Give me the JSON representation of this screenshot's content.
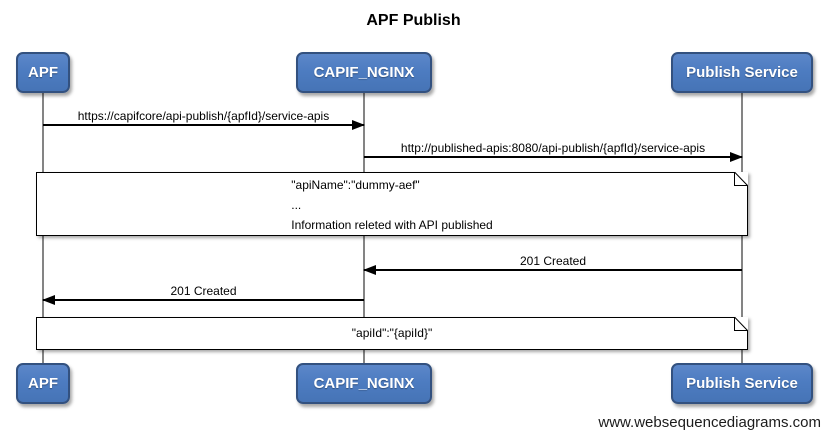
{
  "diagram": {
    "title": "APF Publish",
    "watermark": "www.websequencediagrams.com",
    "actors": [
      {
        "id": "apf",
        "label": "APF"
      },
      {
        "id": "capif-nginx",
        "label": "CAPIF_NGINX"
      },
      {
        "id": "publish-service",
        "label": "Publish Service"
      }
    ],
    "messages": [
      {
        "from": "APF",
        "to": "CAPIF_NGINX",
        "direction": "right",
        "label": "https://capifcore/api-publish/{apfId}/service-apis"
      },
      {
        "from": "CAPIF_NGINX",
        "to": "Publish Service",
        "direction": "right",
        "label": "http://published-apis:8080/api-publish/{apfId}/service-apis"
      },
      {
        "from": "Publish Service",
        "to": "CAPIF_NGINX",
        "direction": "left",
        "label": "201 Created"
      },
      {
        "from": "CAPIF_NGINX",
        "to": "APF",
        "direction": "left",
        "label": "201 Created"
      }
    ],
    "notes": [
      {
        "span": "APF,Publish Service",
        "lines": [
          "\"apiName\":\"dummy-aef\"",
          "...",
          "Information releted with API published"
        ]
      },
      {
        "span": "APF,Publish Service",
        "lines": [
          "\"apiId\":\"{apiId}\""
        ]
      }
    ],
    "colors": {
      "actor_fill": "#4d7cc1",
      "actor_border": "#33517f",
      "actor_text": "#ffffff",
      "lifeline": "#848484",
      "message_line": "#000000",
      "note_fill": "#ffffff",
      "note_border": "#000000",
      "background": "#ffffff"
    }
  }
}
